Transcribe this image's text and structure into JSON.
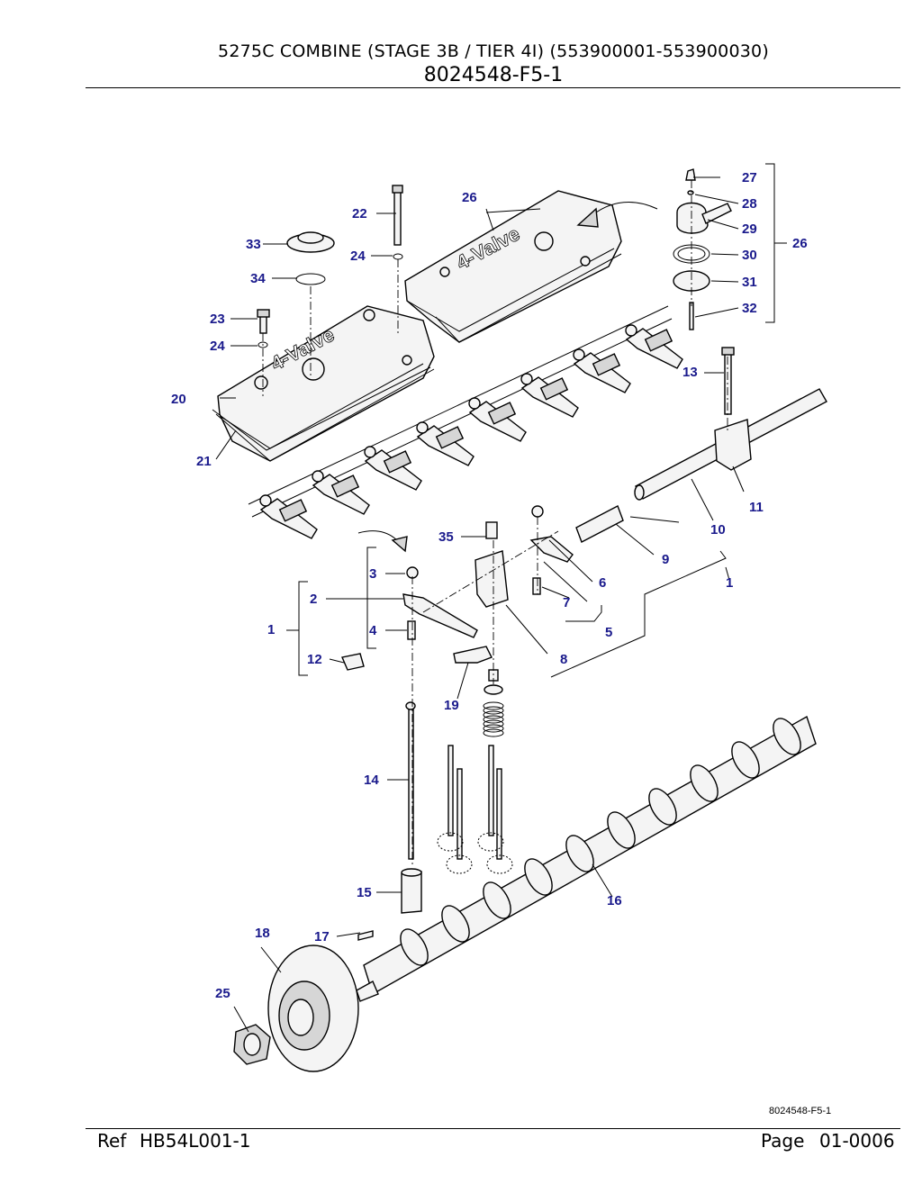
{
  "header": {
    "title": "5275C COMBINE (STAGE 3B / TIER 4I) (553900001-553900030)",
    "subtitle": "8024548-F5-1"
  },
  "figure_id": "8024548-F5-1",
  "footer": {
    "ref_label": "Ref",
    "ref_value": "HB54L001-1",
    "page_label": "Page",
    "page_value": "01-0006"
  },
  "cover_text": "4-Valve",
  "callouts": [
    "1",
    "2",
    "3",
    "4",
    "5",
    "6",
    "7",
    "8",
    "9",
    "10",
    "11",
    "12",
    "13",
    "14",
    "15",
    "16",
    "17",
    "18",
    "19",
    "20",
    "21",
    "22",
    "23",
    "24",
    "25",
    "26",
    "27",
    "28",
    "29",
    "30",
    "31",
    "32",
    "33",
    "34",
    "35"
  ],
  "colors": {
    "callout": "#1a1a8c",
    "line": "#000000"
  }
}
